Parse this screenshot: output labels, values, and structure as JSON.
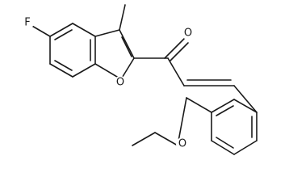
{
  "molecule": {
    "atoms": {
      "fluorine": "F",
      "ring_oxygen": "O",
      "carbonyl_oxygen": "O",
      "ether_oxygen": "O"
    }
  }
}
